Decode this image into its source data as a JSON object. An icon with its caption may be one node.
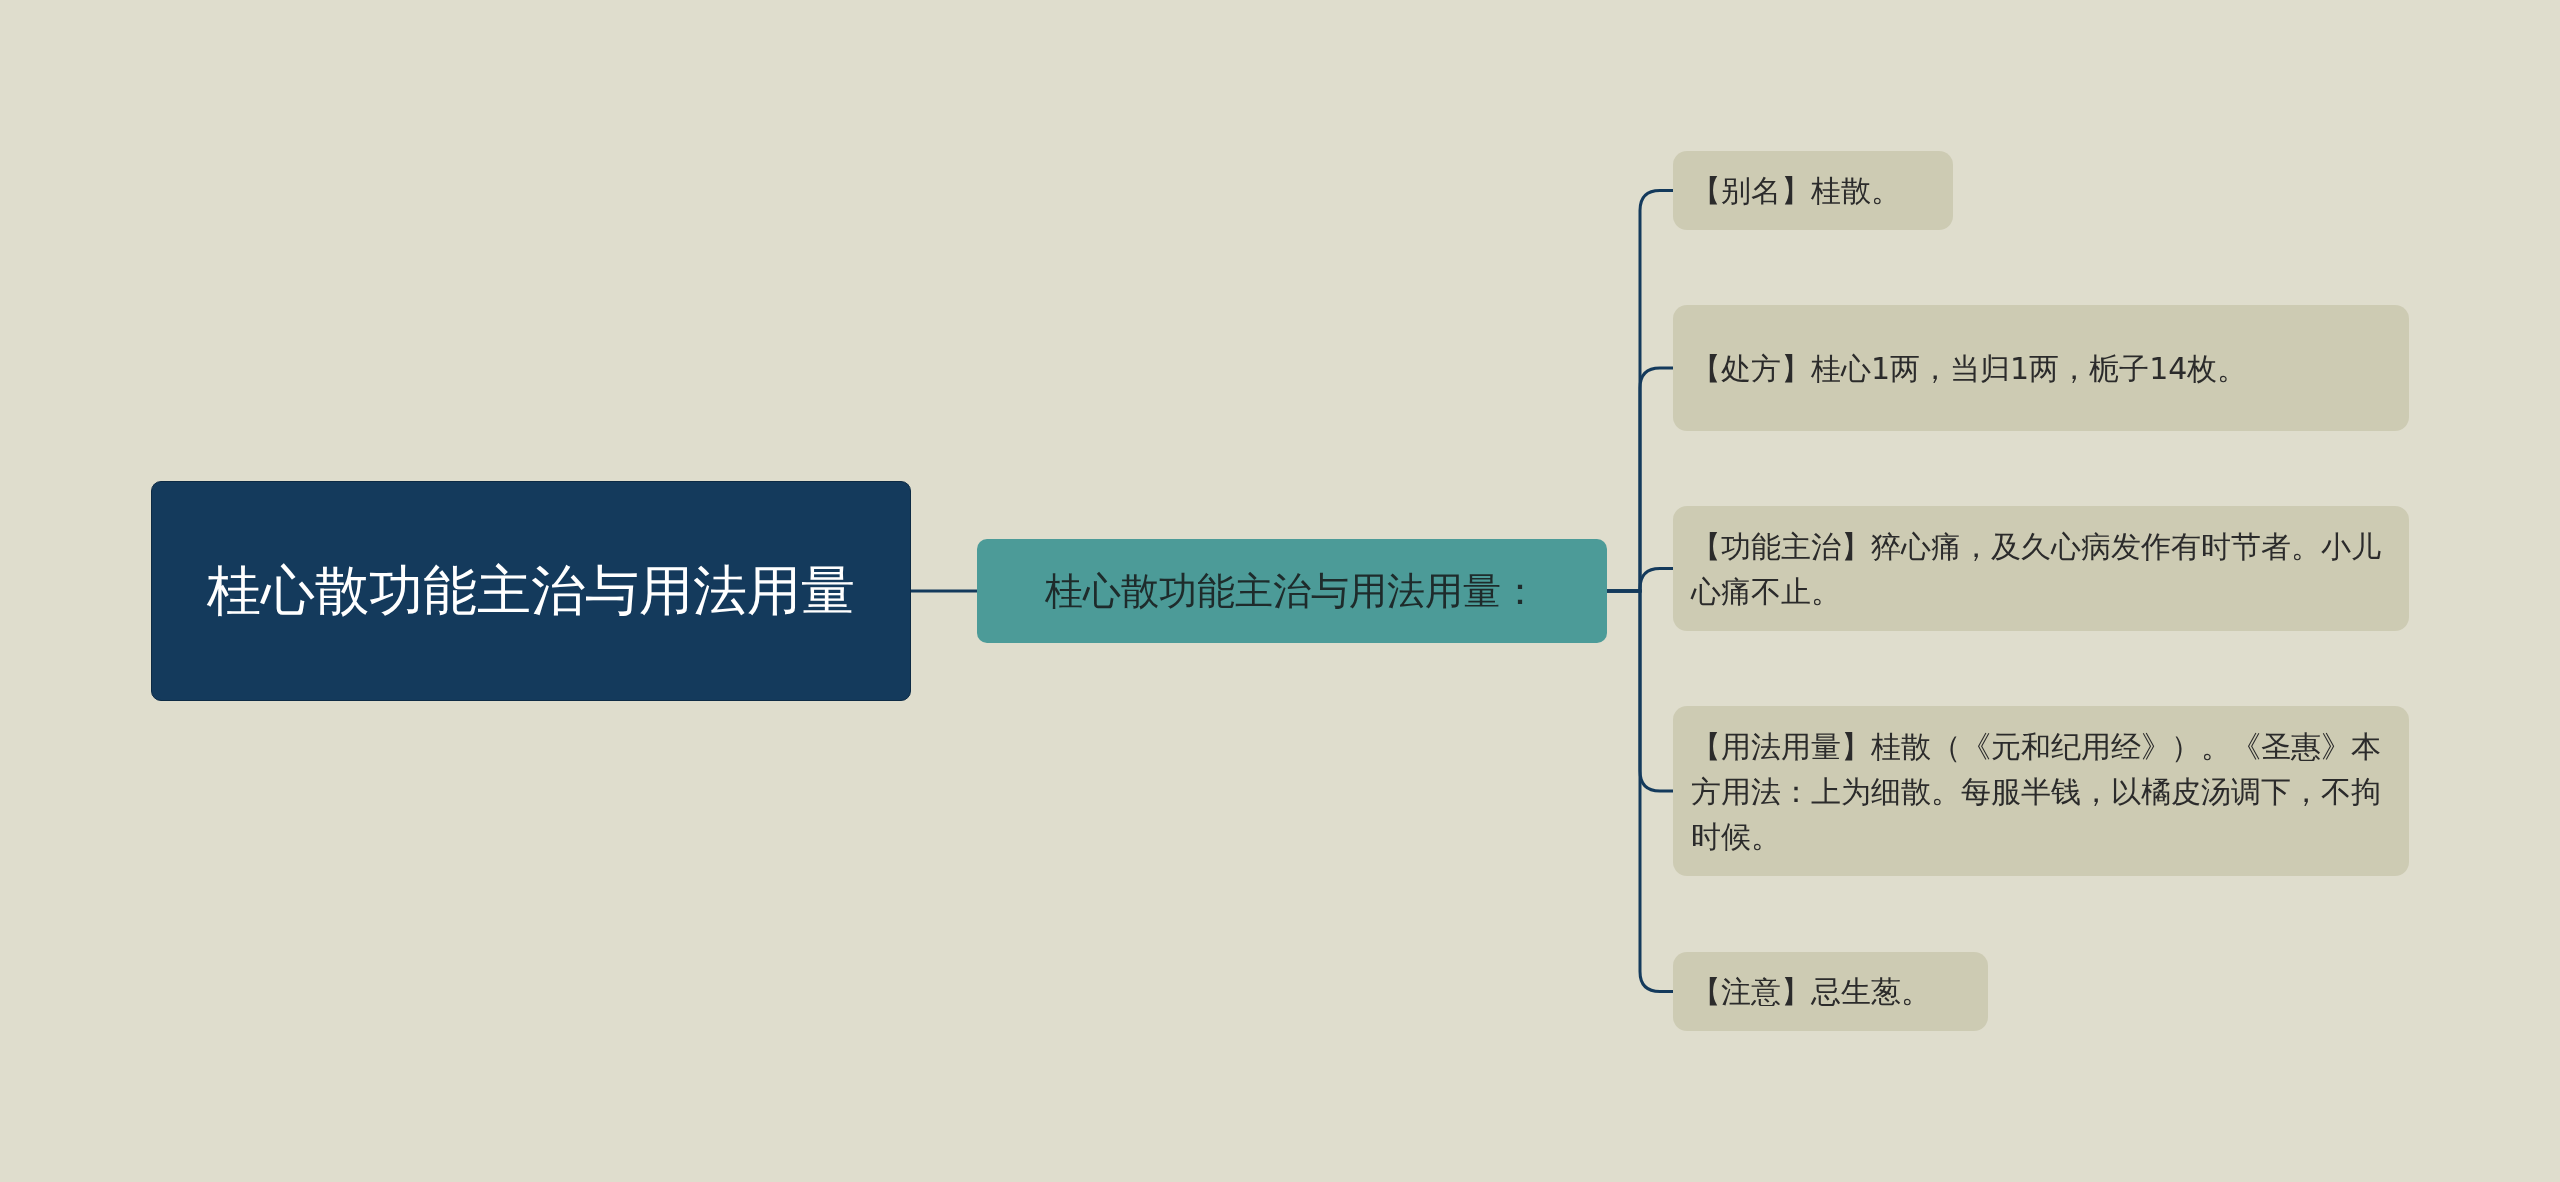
{
  "diagram": {
    "nodes": [
      {
        "text": [
          "桂心散功能主治与用法用量"
        ]
      },
      {
        "text": [
          "桂心散功能主治与用法用量："
        ]
      },
      {
        "text": [
          "【别名】桂散。"
        ]
      },
      {
        "text": [
          "【处方】桂心1两，当归1两，栀子14枚。"
        ]
      },
      {
        "text": [
          "【功能主治】猝心痛，及久心病发作有时节者。小儿心痛不止。"
        ]
      },
      {
        "text": [
          "【用法用量】桂散（《元和纪用经》）。《圣惠》本方用法：上为细散。每服半钱，以橘皮汤调下，不拘时候。"
        ]
      },
      {
        "text": [
          "【注意】忌生葱。"
        ]
      }
    ],
    "edges": [
      {
        "from": 0,
        "to": 1,
        "arrow": "none"
      },
      {
        "from": 1,
        "to": 2,
        "arrow": "none"
      },
      {
        "from": 1,
        "to": 3,
        "arrow": "none"
      },
      {
        "from": 1,
        "to": 4,
        "arrow": "none"
      },
      {
        "from": 1,
        "to": 5,
        "arrow": "none"
      },
      {
        "from": 1,
        "to": 6,
        "arrow": "none"
      }
    ]
  }
}
